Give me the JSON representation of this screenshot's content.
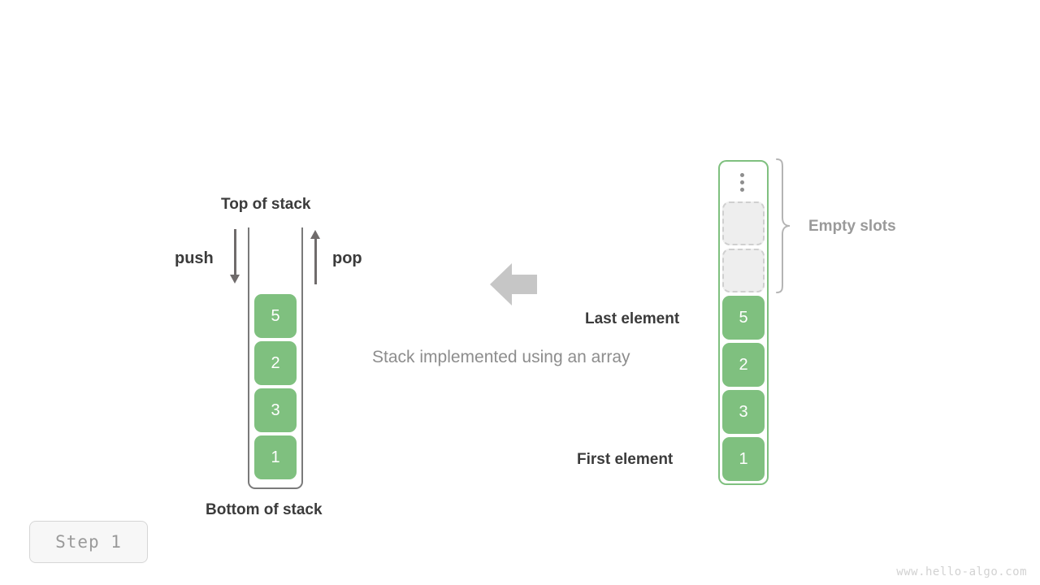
{
  "diagram": {
    "caption": "Stack implemented using an array",
    "watermark": "www.hello-algo.com",
    "step_badge": "Step 1",
    "colors": {
      "element_fill": "#7fc07f",
      "element_text": "#ffffff",
      "empty_slot_fill": "#eeeeee",
      "empty_slot_border": "#cfcfcf",
      "array_border": "#7fc07f",
      "stack_wall": "#7a7a7a",
      "label_dark": "#3b3b3b",
      "label_gray": "#9a9a9a",
      "caption_gray": "#8d8d8d",
      "arrow_gray": "#6f6b6b",
      "big_arrow_gray": "#c6c6c6"
    }
  },
  "stack": {
    "top_label": "Top of stack",
    "bottom_label": "Bottom of stack",
    "push_label": "push",
    "pop_label": "pop",
    "cells": [
      {
        "value": "5"
      },
      {
        "value": "2"
      },
      {
        "value": "3"
      },
      {
        "value": "1"
      }
    ]
  },
  "array": {
    "empty_slots_label": "Empty slots",
    "last_element_label": "Last element",
    "first_element_label": "First element",
    "ellipsis": "vertical-ellipsis",
    "empty_slot_count": 2,
    "cells": [
      {
        "value": "5"
      },
      {
        "value": "2"
      },
      {
        "value": "3"
      },
      {
        "value": "1"
      }
    ]
  },
  "icons": {
    "transform_arrow": "arrow-left-icon",
    "push_arrow": "arrow-down-icon",
    "pop_arrow": "arrow-up-icon",
    "brace": "curly-brace-icon"
  }
}
